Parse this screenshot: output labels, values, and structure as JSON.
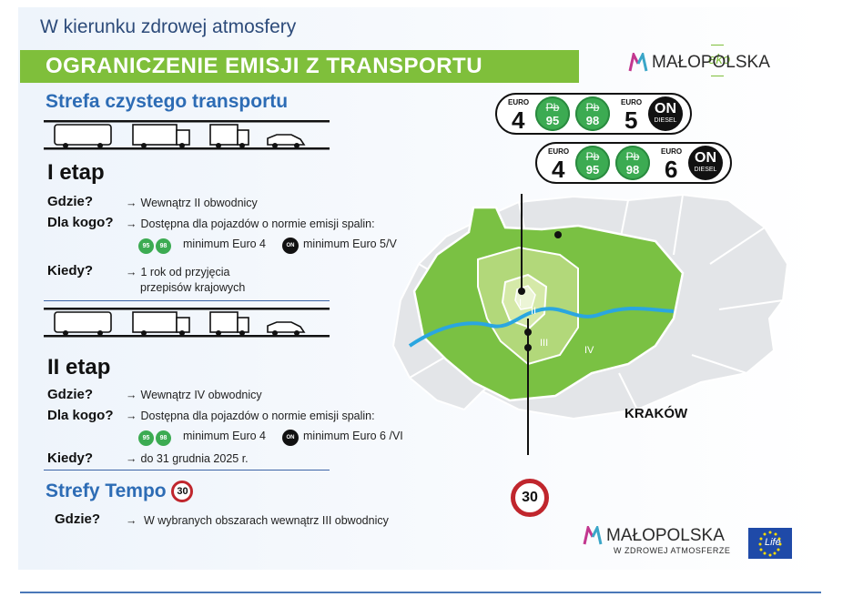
{
  "header": {
    "subtitle": "W kierunku zdrowej atmosfery",
    "banner": "OGRANICZENIE EMISJI Z TRANSPORTU"
  },
  "logo_top": {
    "eko": "eko",
    "name": "MAŁOPOLSKA"
  },
  "section": {
    "title": "Strefa czystego transportu"
  },
  "stage1": {
    "title": "I etap",
    "where_label": "Gdzie?",
    "where_text": "Wewnątrz II obwodnicy",
    "who_label": "Dla kogo?",
    "who_text": "Dostępna dla pojazdów o normie emisji spalin:",
    "petrol_min": "minimum Euro 4",
    "diesel_min": "minimum Euro 5/V",
    "when_label": "Kiedy?",
    "when_line1": "1 rok od przyjęcia",
    "when_line2": "przepisów krajowych"
  },
  "stage2": {
    "title": "II etap",
    "where_label": "Gdzie?",
    "where_text": "Wewnątrz IV obwodnicy",
    "who_label": "Dla kogo?",
    "who_text": "Dostępna dla pojazdów o normie emisji spalin:",
    "petrol_min": "minimum Euro 4",
    "diesel_min": "minimum Euro 6 /VI",
    "when_label": "Kiedy?",
    "when_text": "do 31 grudnia 2025 r."
  },
  "tempo": {
    "title": "Strefy Tempo",
    "sign": "30",
    "where_label": "Gdzie?",
    "where_text": "W wybranych obszarach  wewnątrz  III obwodnicy"
  },
  "fuel": {
    "pb": "Pb",
    "p95": "95",
    "p98": "98",
    "on": "ON",
    "diesel": "DIESEL"
  },
  "badges": {
    "euro_label": "EURO",
    "row1": {
      "petrol_euro": "4",
      "diesel_euro": "5"
    },
    "row2": {
      "petrol_euro": "4",
      "diesel_euro": "6"
    }
  },
  "map": {
    "city": "KRAKÓW",
    "rings": [
      "I",
      "II",
      "III",
      "IV"
    ],
    "sign": "30",
    "colors": {
      "outer": "#e3e5e8",
      "zone4": "#7ac143",
      "zone3": "#b2d87a",
      "zone2": "#d5e9a8",
      "river": "#2aa6e0"
    }
  },
  "logo_bottom": {
    "name": "MAŁOPOLSKA",
    "tagline": "W ZDROWEJ ATMOSFERZE",
    "life": "Life"
  }
}
